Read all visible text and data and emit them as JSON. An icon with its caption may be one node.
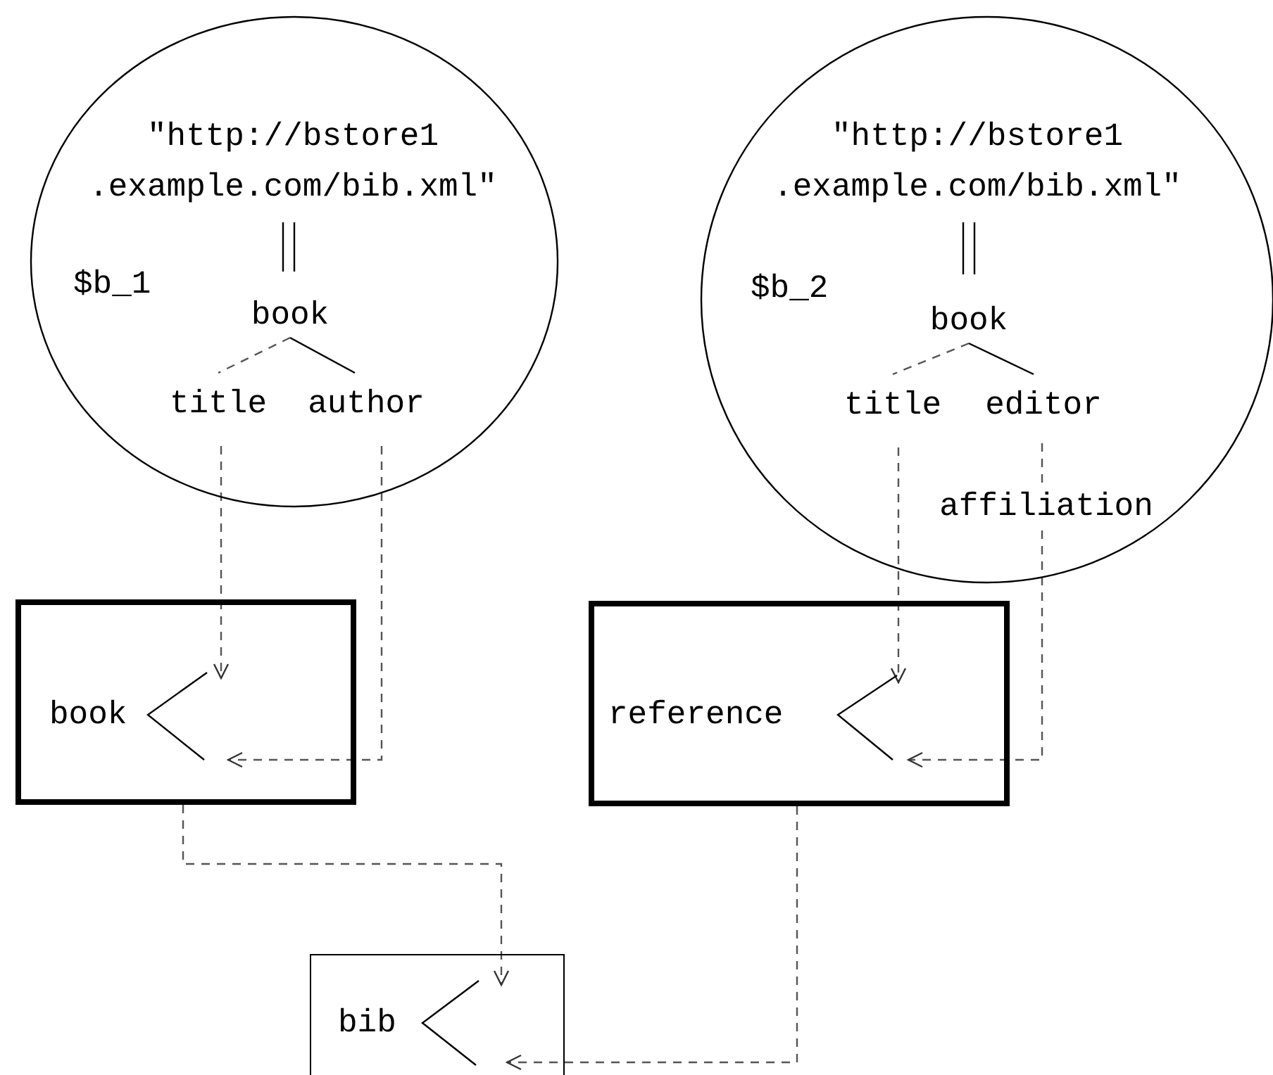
{
  "diagram": {
    "nodes": [
      {
        "text": [
          "$b_1"
        ]
      },
      {
        "text": [
          "\"http://bstore1 .example.com/bib.xml\""
        ],
        "in": 0
      },
      {
        "text": [
          "book"
        ],
        "in": 0
      },
      {
        "text": [
          "title"
        ],
        "in": 0
      },
      {
        "text": [
          "author"
        ],
        "in": 0
      },
      {
        "text": [
          "$b_2"
        ]
      },
      {
        "text": [
          "\"http://bstore1 .example.com/bib.xml\""
        ],
        "in": 5
      },
      {
        "text": [
          "book"
        ],
        "in": 5
      },
      {
        "text": [
          "title"
        ],
        "in": 5
      },
      {
        "text": [
          "editor"
        ],
        "in": 5
      },
      {
        "text": [
          "affiliation"
        ],
        "in": 5
      },
      {
        "text": [
          "book"
        ]
      },
      {
        "text": [
          "reference"
        ]
      },
      {
        "text": [
          "bib"
        ]
      }
    ],
    "edges": [
      {
        "from": 1,
        "to": 2,
        "arrow": "none"
      },
      {
        "from": 2,
        "to": 3,
        "arrow": "none",
        "style": "dashed"
      },
      {
        "from": 2,
        "to": 4,
        "arrow": "none"
      },
      {
        "from": 6,
        "to": 7,
        "arrow": "none"
      },
      {
        "from": 7,
        "to": 8,
        "arrow": "none",
        "style": "dashed"
      },
      {
        "from": 7,
        "to": 9,
        "arrow": "none"
      },
      {
        "from": 9,
        "to": 10,
        "arrow": "none",
        "style": "dashed"
      },
      {
        "from": 3,
        "to": 11,
        "arrow": "to",
        "style": "dashed"
      },
      {
        "from": 4,
        "to": 11,
        "arrow": "to",
        "style": "dashed"
      },
      {
        "from": 8,
        "to": 12,
        "arrow": "to",
        "style": "dashed"
      },
      {
        "from": 10,
        "to": 12,
        "arrow": "to",
        "style": "dashed"
      },
      {
        "from": 11,
        "to": 13,
        "arrow": "to",
        "style": "dashed"
      },
      {
        "from": 12,
        "to": 13,
        "arrow": "to",
        "style": "dashed"
      }
    ]
  }
}
